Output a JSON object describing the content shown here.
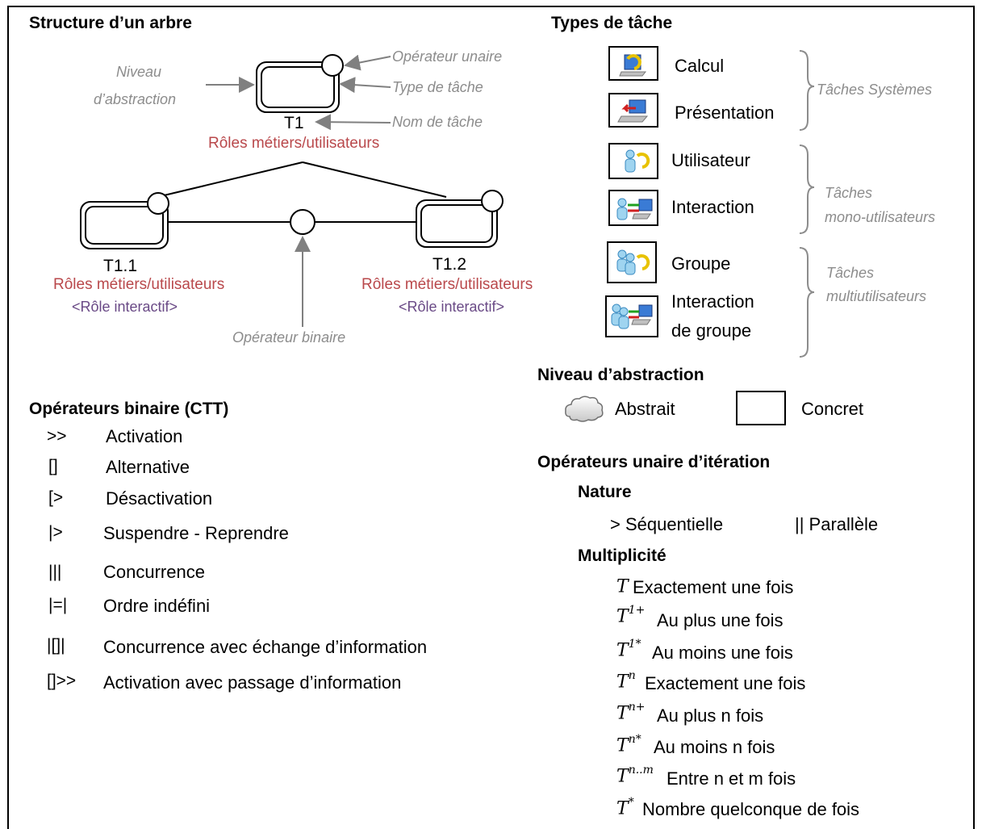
{
  "structure": {
    "title": "Structure d’un arbre",
    "annotations": {
      "unary_operator": "Opérateur unaire",
      "task_type": "Type de tâche",
      "task_name": "Nom de tâche",
      "abstraction_level_line1": "Niveau",
      "abstraction_level_line2": "d’abstraction",
      "binary_operator": "Opérateur binaire"
    },
    "root": {
      "name": "T1",
      "roles": "Rôles métiers/utilisateurs"
    },
    "children": [
      {
        "name": "T1.1",
        "roles": "Rôles métiers/utilisateurs",
        "interactive_role": "<Rôle interactif>"
      },
      {
        "name": "T1.2",
        "roles": "Rôles métiers/utilisateurs",
        "interactive_role": "<Rôle interactif>"
      }
    ]
  },
  "task_types": {
    "title": "Types de tâche",
    "items": [
      {
        "label": "Calcul",
        "icon": "calcul-icon"
      },
      {
        "label": "Présentation",
        "icon": "presentation-icon"
      },
      {
        "label": "Utilisateur",
        "icon": "user-icon"
      },
      {
        "label": "Interaction",
        "icon": "interaction-icon"
      },
      {
        "label": "Groupe",
        "icon": "group-icon"
      },
      {
        "label_line1": "Interaction",
        "label_line2": "de groupe",
        "icon": "group-interaction-icon"
      }
    ],
    "groups": {
      "system": "Tâches Systèmes",
      "mono_line1": "Tâches",
      "mono_line2": "mono-utilisateurs",
      "multi_line1": "Tâches",
      "multi_line2": "multiutilisateurs"
    }
  },
  "abstraction": {
    "title": "Niveau d’abstraction",
    "abstract_label": "Abstrait",
    "concrete_label": "Concret"
  },
  "binary_operators": {
    "title": "Opérateurs binaire (CTT)",
    "items": [
      {
        "symbol": ">>",
        "label": "Activation"
      },
      {
        "symbol": "[]",
        "label": "Alternative"
      },
      {
        "symbol": "[>",
        "label": "Désactivation"
      },
      {
        "symbol": "|>",
        "label": "Suspendre - Reprendre"
      },
      {
        "symbol": "|||",
        "label": "Concurrence"
      },
      {
        "symbol": "|=|",
        "label": "Ordre indéfini"
      },
      {
        "symbol": "|[]|",
        "label": "Concurrence avec échange d’information"
      },
      {
        "symbol": "[]>>",
        "label": "Activation avec passage d’information"
      }
    ]
  },
  "unary_operators": {
    "title": "Opérateurs unaire d’itération",
    "nature_title": "Nature",
    "sequential": "> Séquentielle",
    "parallel": "|| Parallèle",
    "multiplicity_title": "Multiplicité",
    "items": [
      {
        "base": "T",
        "sup": "",
        "label": "Exactement une fois"
      },
      {
        "base": "T",
        "sup": "1+",
        "label": "Au plus une fois"
      },
      {
        "base": "T",
        "sup": "1*",
        "label": "Au moins une fois"
      },
      {
        "base": "T",
        "sup": "n",
        "label": "Exactement une fois"
      },
      {
        "base": "T",
        "sup": "n+",
        "label": "Au plus n fois"
      },
      {
        "base": "T",
        "sup": "n*",
        "label": "Au moins n fois"
      },
      {
        "base": "T",
        "sup": "n..m",
        "label": "Entre n et m fois"
      },
      {
        "base": "T",
        "sup": "*",
        "label": "Nombre quelconque de fois"
      }
    ]
  }
}
